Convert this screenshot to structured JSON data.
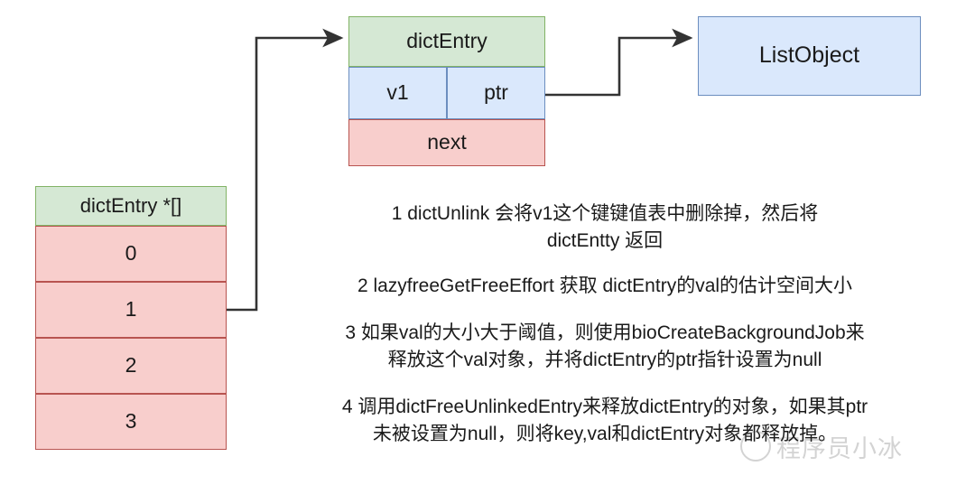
{
  "diagram": {
    "struct": {
      "title": "dictEntry",
      "fields": [
        {
          "label": "v1"
        },
        {
          "label": "ptr"
        }
      ],
      "next_label": "next"
    },
    "list_object": {
      "label": "ListObject"
    },
    "table": {
      "header": "dictEntry *[]",
      "rows": [
        {
          "label": "0"
        },
        {
          "label": "1"
        },
        {
          "label": "2"
        },
        {
          "label": "3"
        }
      ]
    },
    "notes": [
      "1 dictUnlink 会将v1这个键键值表中删除掉，然后将\ndictEntty 返回",
      "2 lazyfreeGetFreeEffort 获取 dictEntry的val的估计空间大小",
      "3 如果val的大小大于阈值，则使用bioCreateBackgroundJob来\n释放这个val对象，并将dictEntry的ptr指针设置为null",
      "4 调用dictFreeUnlinkedEntry来释放dictEntry的对象，如果其ptr\n未被设置为null，则将key,val和dictEntry对象都释放掉。"
    ],
    "watermark": {
      "text": "程序员小冰"
    },
    "colors": {
      "green_fill": "#d5e8d4",
      "green_stroke": "#82b366",
      "blue_fill": "#dae8fc",
      "blue_stroke": "#6c8ebf",
      "red_fill": "#f8cecc",
      "red_stroke": "#b85450",
      "wire": "#333333",
      "background": "#ffffff"
    }
  }
}
